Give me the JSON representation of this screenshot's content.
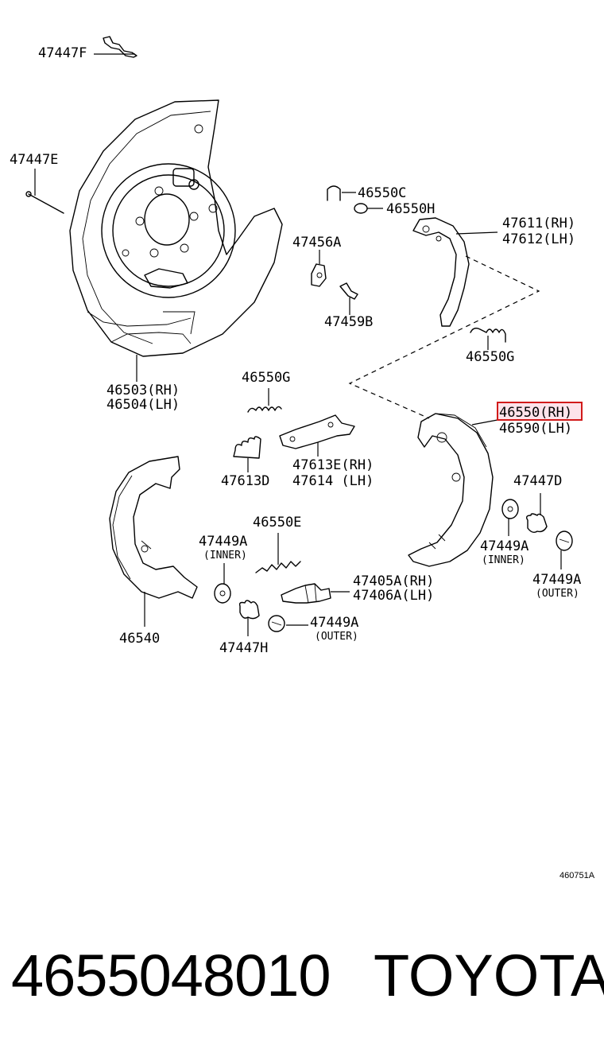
{
  "diagram": {
    "labels": {
      "l47447F": "47447F",
      "l47447E": "47447E",
      "l46550C": "46550C",
      "l46550H": "46550H",
      "l47611": "47611(RH)",
      "l47612": "47612(LH)",
      "l47456A": "47456A",
      "l47459B": "47459B",
      "l46550G_a": "46550G",
      "l46503": "46503(RH)",
      "l46504": "46504(LH)",
      "l46550G_b": "46550G",
      "l46550RH": "46550(RH)",
      "l46590": "46590(LH)",
      "l47613D": "47613D",
      "l47613E": "47613E(RH)",
      "l47614": "47614 (LH)",
      "l47447D": "47447D",
      "l46550E": "46550E",
      "l47449A_inner_l": "47449A",
      "l47449A_inner_l_sub": "(INNER)",
      "l47449A_inner_r": "47449A",
      "l47449A_inner_r_sub": "(INNER)",
      "l47449A_outer_r": "47449A",
      "l47449A_outer_r_sub": "(OUTER)",
      "l47405A": "47405A(RH)",
      "l47406A": "47406A(LH)",
      "l46540": "46540",
      "l47447H": "47447H",
      "l47449A_outer_c": "47449A",
      "l47449A_outer_c_sub": "(OUTER)",
      "illustration_code": "460751A"
    },
    "highlighted_label": "46550(RH)",
    "highlight_color": "#d11a1a"
  },
  "footer": {
    "part_number": "4655048010",
    "brand": "TOYOTA"
  }
}
